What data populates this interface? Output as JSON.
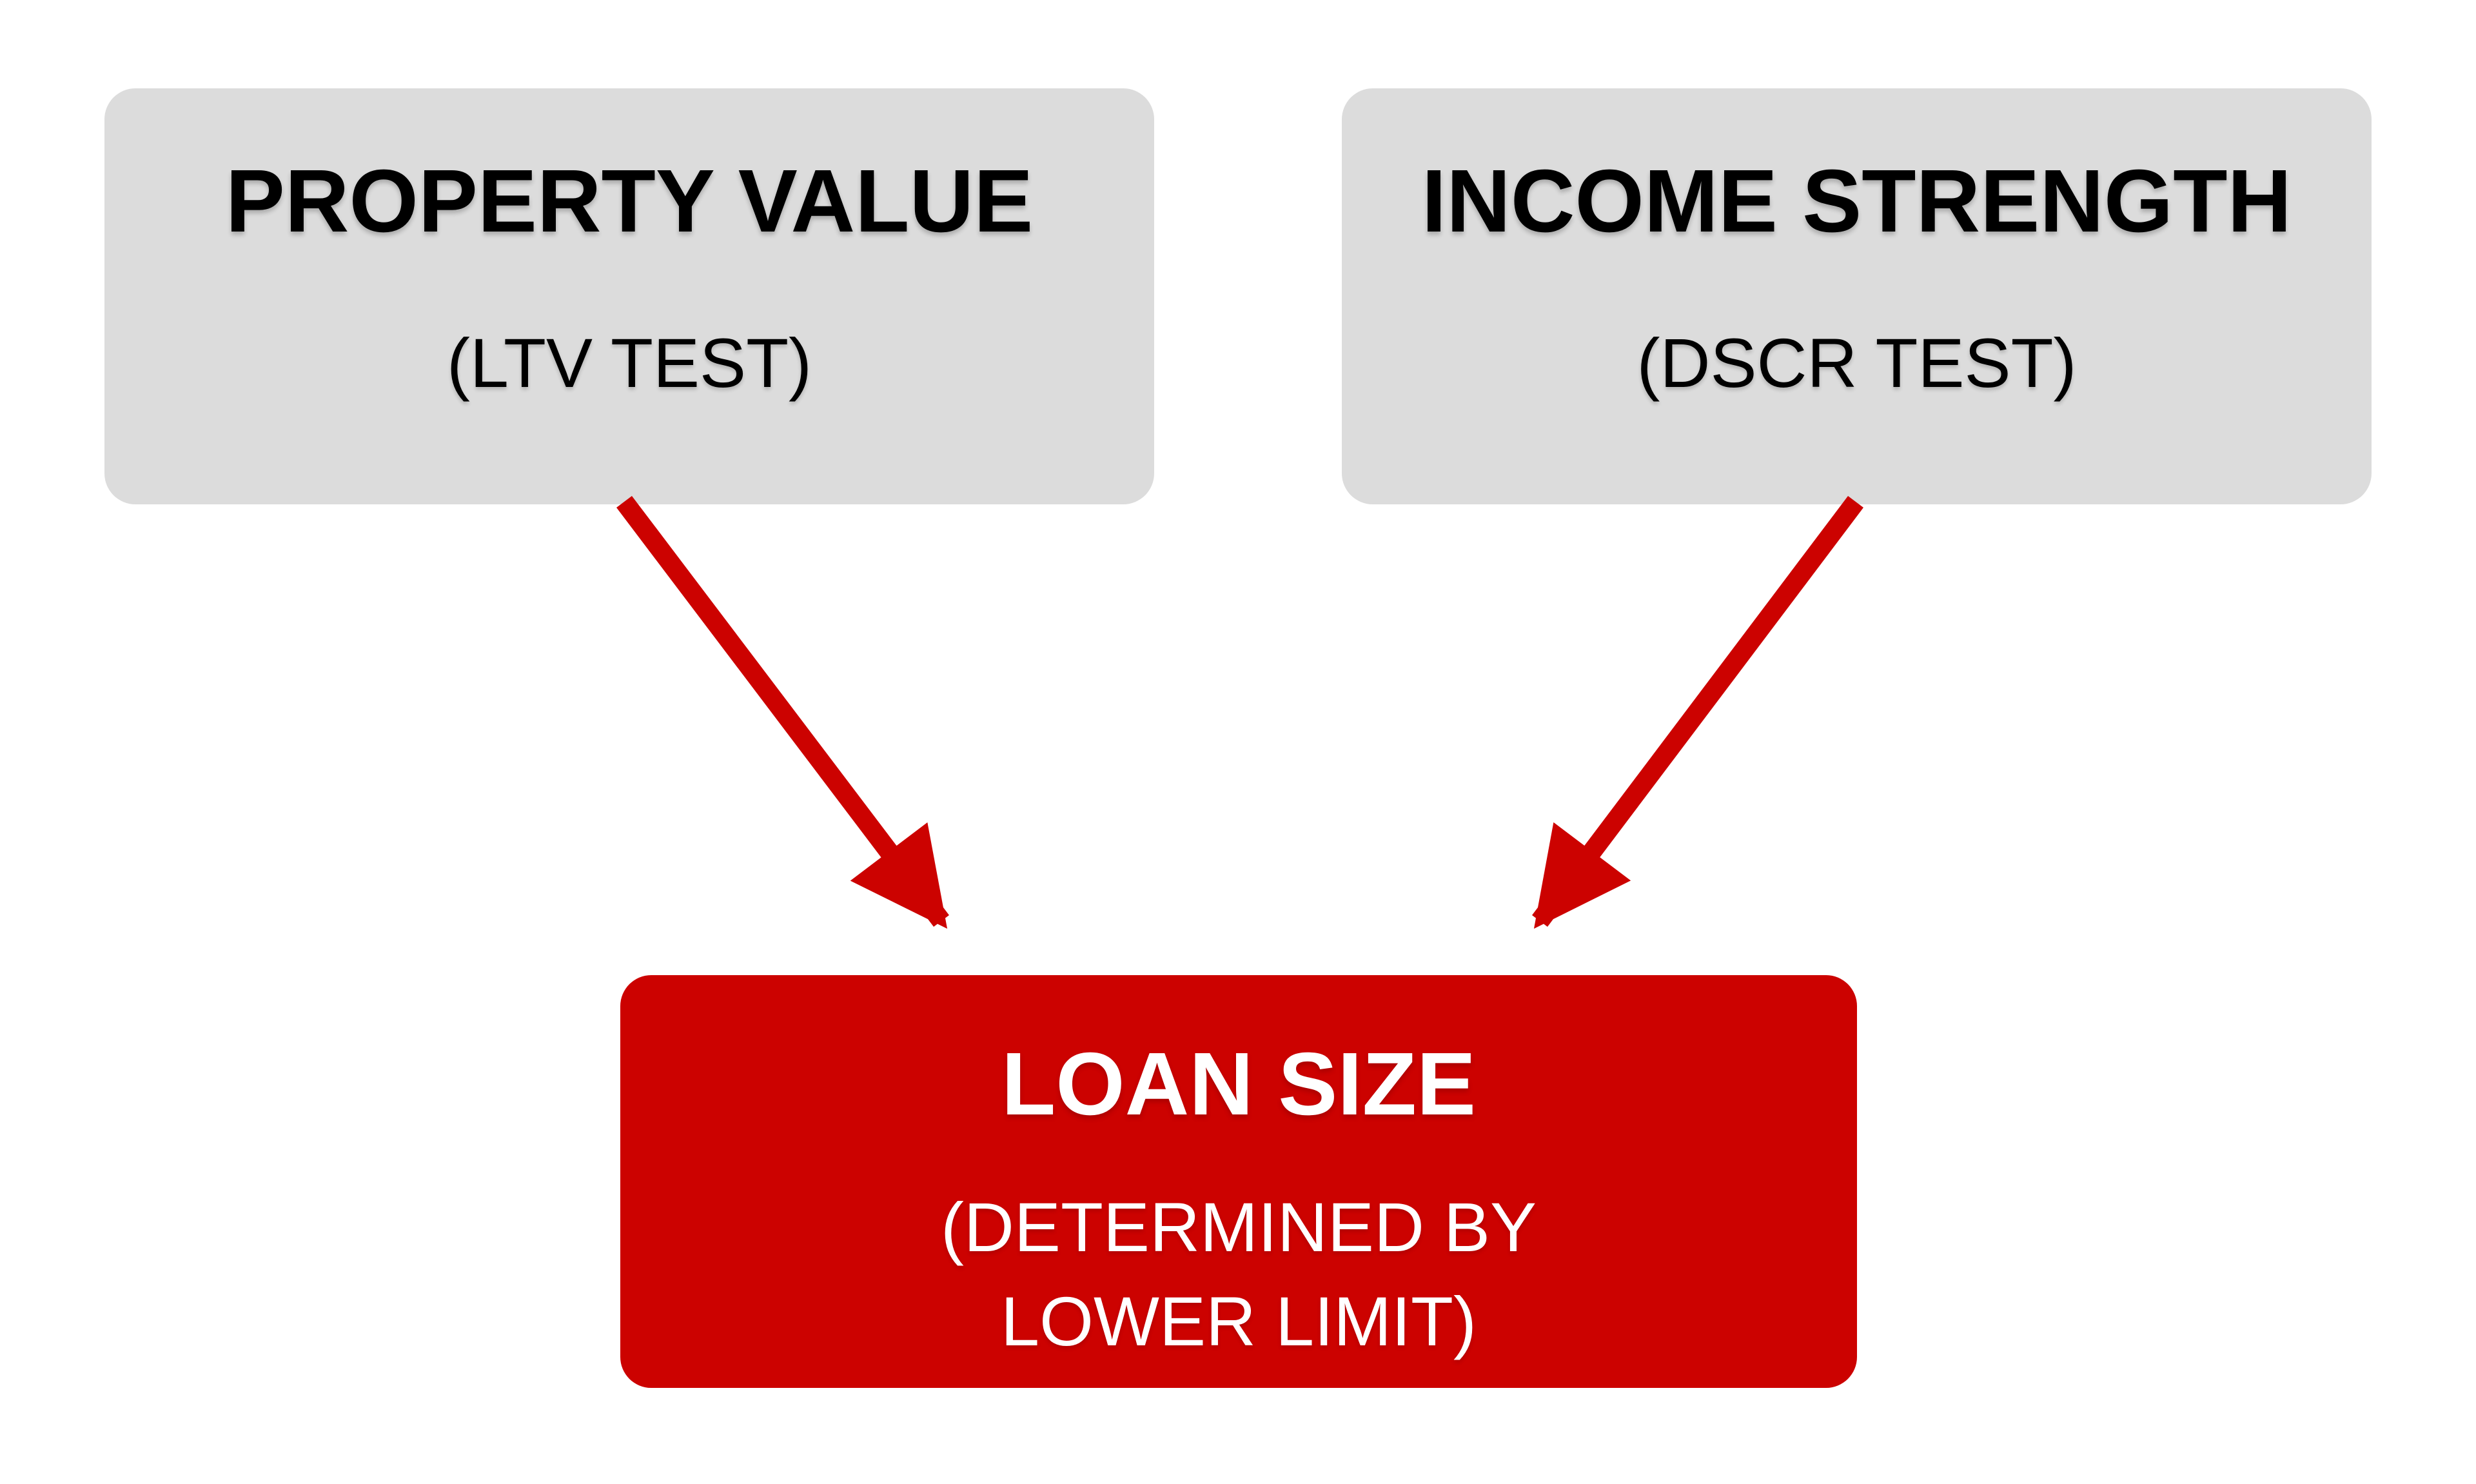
{
  "diagram": {
    "nodes": {
      "property_value": {
        "title": "PROPERTY VALUE",
        "subtitle": "(LTV TEST)"
      },
      "income_strength": {
        "title": "INCOME STRENGTH",
        "subtitle": "(DSCR TEST)"
      },
      "loan_size": {
        "title": "LOAN SIZE",
        "subtitle_lines": [
          "(DETERMINED BY",
          "LOWER LIMIT)"
        ]
      }
    },
    "edges": [
      {
        "from": "property_value",
        "to": "loan_size"
      },
      {
        "from": "income_strength",
        "to": "loan_size"
      }
    ],
    "colors": {
      "gray_box": "#DCDCDC",
      "red_box": "#CC0200",
      "arrow": "#CC0200",
      "dark_text": "#000000",
      "light_text": "#FFFFFF",
      "background": "#FFFFFF"
    }
  }
}
